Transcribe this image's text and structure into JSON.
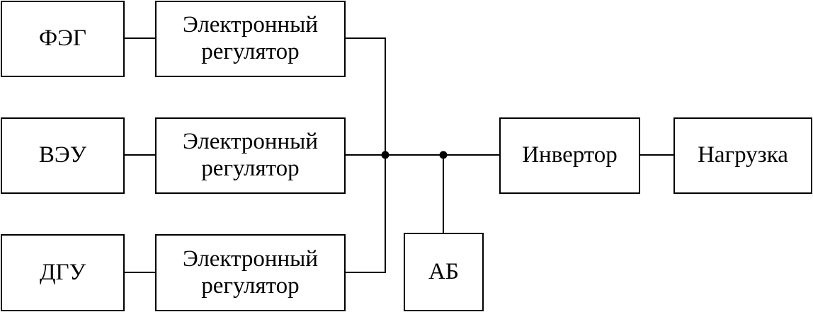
{
  "diagram": {
    "title": "",
    "colors": {
      "line": "#000000",
      "background": "#ffffff"
    },
    "sources": [
      {
        "id": "feg",
        "label": "ФЭГ"
      },
      {
        "id": "veu",
        "label": "ВЭУ"
      },
      {
        "id": "dgu",
        "label": "ДГУ"
      }
    ],
    "regulators": [
      {
        "id": "reg1",
        "label": "Электронный\nрегулятор"
      },
      {
        "id": "reg2",
        "label": "Электронный\nрегулятор"
      },
      {
        "id": "reg3",
        "label": "Электронный\nрегулятор"
      }
    ],
    "battery": {
      "id": "ab",
      "label": "АБ"
    },
    "inverter": {
      "id": "inverter",
      "label": "Инвертор"
    },
    "load": {
      "id": "load",
      "label": "Нагрузка"
    },
    "connections": [
      [
        "feg",
        "reg1"
      ],
      [
        "veu",
        "reg2"
      ],
      [
        "dgu",
        "reg3"
      ],
      [
        "reg1",
        "bus"
      ],
      [
        "reg2",
        "bus"
      ],
      [
        "reg3",
        "bus"
      ],
      [
        "bus",
        "inverter"
      ],
      [
        "ab",
        "bus"
      ],
      [
        "inverter",
        "load"
      ]
    ]
  }
}
